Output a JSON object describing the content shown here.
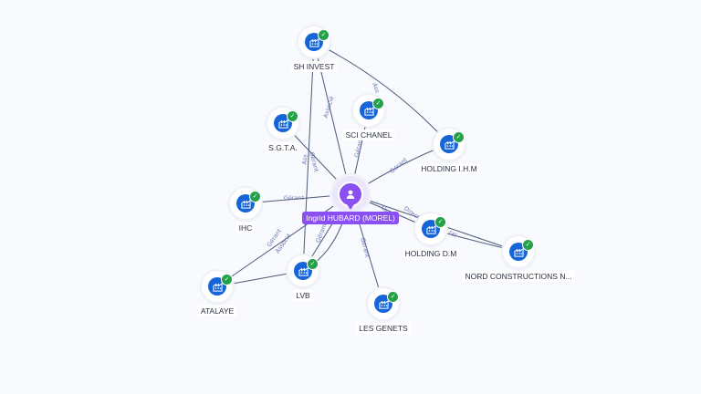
{
  "center": {
    "label": "Ingrid HUBARD (MOREL)",
    "icon": "person-icon"
  },
  "companies": [
    {
      "id": "shinvest",
      "label": "SH INVEST",
      "icon": "building-icon",
      "verified": true
    },
    {
      "id": "scichanel",
      "label": "SCI CHANEL",
      "icon": "building-icon",
      "verified": true
    },
    {
      "id": "sgta",
      "label": "S.G.T.A.",
      "icon": "building-icon",
      "verified": true
    },
    {
      "id": "holdingihm",
      "label": "HOLDING I.H.M",
      "icon": "building-icon",
      "verified": true
    },
    {
      "id": "ihc",
      "label": "IHC",
      "icon": "building-icon",
      "verified": true
    },
    {
      "id": "holdingdm",
      "label": "HOLDING D.M",
      "icon": "building-icon",
      "verified": true
    },
    {
      "id": "nord",
      "label": "NORD CONSTRUCTIONS N...",
      "icon": "building-icon",
      "verified": true
    },
    {
      "id": "lvb",
      "label": "LVB",
      "icon": "building-icon",
      "verified": true
    },
    {
      "id": "atalaye",
      "label": "ATALAYE",
      "icon": "building-icon",
      "verified": true
    },
    {
      "id": "lesgenets",
      "label": "LES GENETS",
      "icon": "building-icon",
      "verified": true
    }
  ],
  "edges": [
    {
      "from": "center",
      "to": "shinvest",
      "label": "Associé"
    },
    {
      "from": "center",
      "to": "scichanel",
      "label": "Gérant"
    },
    {
      "from": "center",
      "to": "sgta",
      "label": "Gérant"
    },
    {
      "from": "center",
      "to": "holdingihm",
      "label": "Gérant"
    },
    {
      "from": "center",
      "to": "ihc",
      "label": "Gérant"
    },
    {
      "from": "center",
      "to": "holdingdm",
      "label": "Gér"
    },
    {
      "from": "center",
      "to": "nord",
      "label": "Direct"
    },
    {
      "from": "center",
      "to": "lvb",
      "label": "Gérant"
    },
    {
      "from": "center",
      "to": "atalaye",
      "label": "Gérant"
    },
    {
      "from": "center",
      "to": "lesgenets",
      "label": "Gérant"
    },
    {
      "from": "shinvest",
      "to": "holdingihm",
      "label": "Ass"
    },
    {
      "from": "shinvest",
      "to": "lvb",
      "label": "Ass"
    },
    {
      "from": "lvb",
      "to": "atalaye",
      "label": "Associé"
    },
    {
      "from": "holdingdm",
      "to": "nord",
      "label": "ral"
    },
    {
      "from": "lvb",
      "to": "center",
      "label": ""
    }
  ]
}
